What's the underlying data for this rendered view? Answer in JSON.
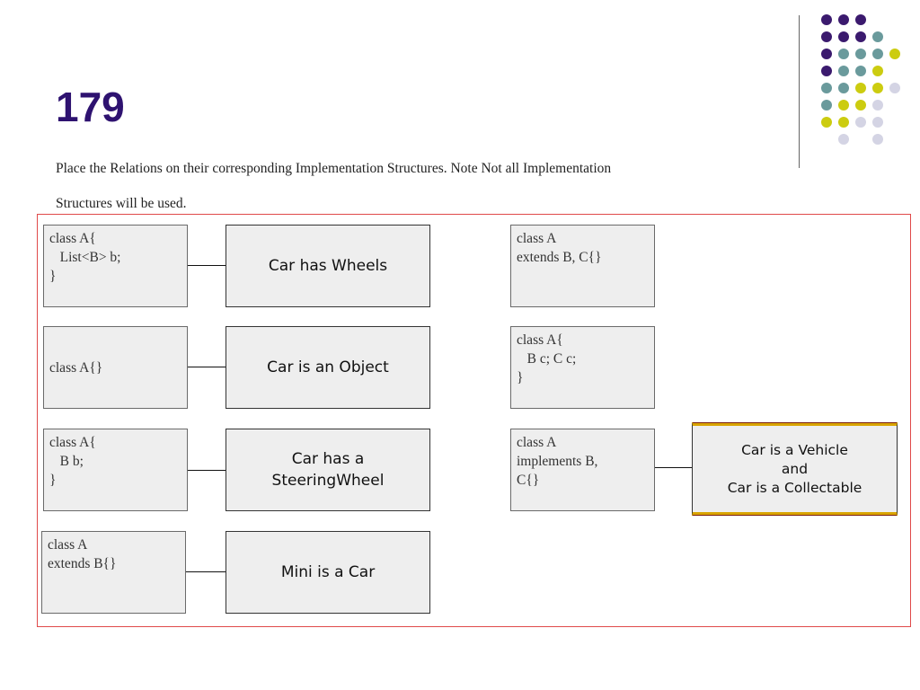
{
  "slide": {
    "number": "179",
    "instruction_lines": [
      "Place the Relations on their corresponding Implementation Structures. Note Not all Implementation",
      "Structures will be used."
    ]
  },
  "code_blocks": [
    {
      "lines": [
        "class A{",
        "   List<B> b;",
        "}"
      ]
    },
    {
      "lines": [
        "class A{}"
      ]
    },
    {
      "lines": [
        "class A{",
        "   B b;",
        "}"
      ]
    },
    {
      "lines": [
        "class A",
        "extends B{}"
      ]
    },
    {
      "lines": [
        "class A",
        "extends B, C{}"
      ]
    },
    {
      "lines": [
        "class A{",
        "   B c; C c;",
        "}"
      ]
    },
    {
      "lines": [
        "class A",
        "implements B,",
        "C{}"
      ]
    }
  ],
  "relations": [
    {
      "lines": [
        "Car has Wheels"
      ]
    },
    {
      "lines": [
        "Car is an Object"
      ]
    },
    {
      "lines": [
        "Car has a",
        "SteeringWheel"
      ]
    },
    {
      "lines": [
        "Mini is a Car"
      ]
    },
    {
      "lines": [
        "Car is a Vehicle",
        "and",
        "Car is a Collectable"
      ]
    }
  ],
  "decoration": {
    "dot_grid": [
      [
        "purple",
        "purple",
        "purple",
        "none",
        "none"
      ],
      [
        "purple",
        "purple",
        "purple",
        "teal",
        "none"
      ],
      [
        "purple",
        "teal",
        "teal",
        "teal",
        "yellow"
      ],
      [
        "purple",
        "teal",
        "teal",
        "yellow",
        "none"
      ],
      [
        "teal",
        "teal",
        "yellow",
        "yellow",
        "lavender"
      ],
      [
        "teal",
        "yellow",
        "yellow",
        "lavender",
        "none"
      ],
      [
        "yellow",
        "yellow",
        "lavender",
        "lavender",
        "none"
      ],
      [
        "none",
        "lavender",
        "none",
        "lavender",
        "none"
      ]
    ],
    "colors": {
      "purple": "#3b1a6e",
      "teal": "#6a9a9c",
      "yellow": "#cccc10",
      "lavender": "#d4d4e4"
    }
  }
}
